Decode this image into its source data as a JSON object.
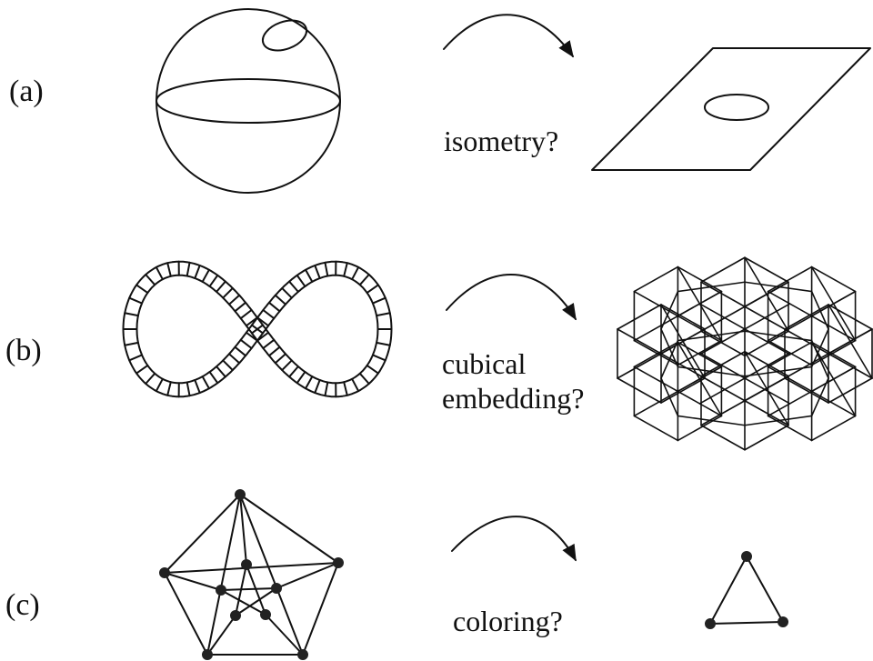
{
  "rows": [
    {
      "label": "(a)",
      "caption_lines": [
        "isometry?"
      ]
    },
    {
      "label": "(b)",
      "caption_lines": [
        "cubical",
        "embedding?"
      ]
    },
    {
      "label": "(c)",
      "caption_lines": [
        "coloring?"
      ]
    }
  ],
  "colors": {
    "ink": "#111111",
    "background": "#ffffff"
  }
}
